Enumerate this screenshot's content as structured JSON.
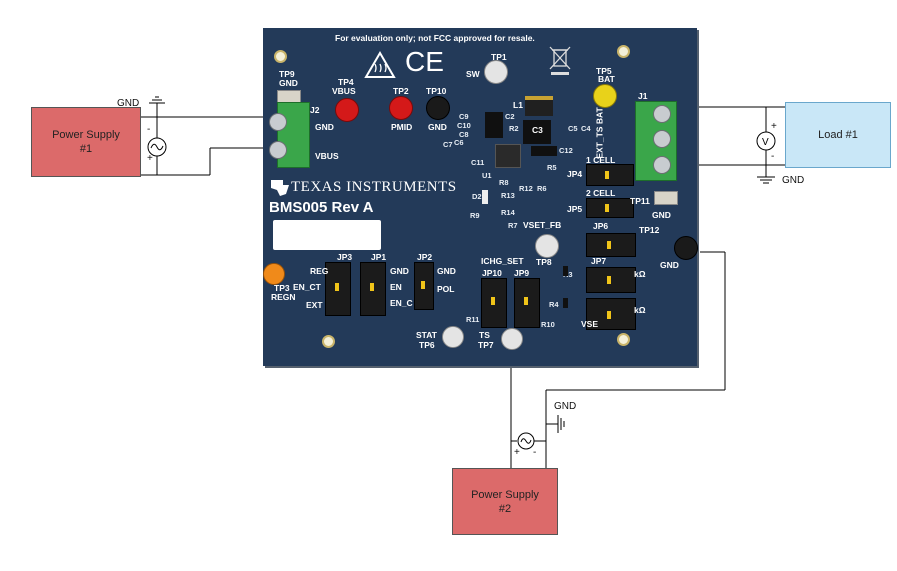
{
  "sources": {
    "ps1": {
      "name": "Power Supply",
      "number": "#1"
    },
    "ps2": {
      "name": "Power Supply",
      "number": "#2"
    },
    "load": {
      "name": "Load #1"
    }
  },
  "ground_labels": {
    "ps1_gnd": "GND",
    "load_gnd": "GND",
    "ps2_gnd": "GND"
  },
  "polarity": {
    "ps1_minus": "-",
    "ps1_plus": "+",
    "load_plus": "+",
    "load_minus": "-",
    "ps2_plus": "+",
    "ps2_minus": "-"
  },
  "board": {
    "notice": "For evaluation only; not FCC approved for resale.",
    "brand": "TEXAS INSTRUMENTS",
    "board_name": "BMS005 Rev A",
    "ce_mark": "CE",
    "labels": {
      "tp9": "TP9",
      "tp9_gnd": "GND",
      "j2": "J2",
      "j2_gnd": "GND",
      "j2_vbus": "VBUS",
      "tp4": "TP4",
      "tp4_vbus": "VBUS",
      "tp2": "TP2",
      "tp2_pmid": "PMID",
      "tp10": "TP10",
      "tp10_gnd": "GND",
      "sw": "SW",
      "tp1": "TP1",
      "tp5": "TP5",
      "tp5_bat": "BAT",
      "j1": "J1",
      "j1_ext": "EXT_TS BAT",
      "l1": "L1",
      "c9": "C9",
      "c10": "C10",
      "c8": "C8",
      "c7": "C7",
      "c6": "C6",
      "c11": "C11",
      "c2": "C2",
      "r2": "R2",
      "c3": "C3",
      "c5": "C5",
      "c4": "C4",
      "c12": "C12",
      "r5": "R5",
      "r6": "R6",
      "r12": "R12",
      "r13": "R13",
      "r14": "R14",
      "r8": "R8",
      "u1": "U1",
      "d2": "D2",
      "r9": "R9",
      "r7": "R7",
      "jp4": "JP4",
      "jp4_label": "1 CELL",
      "jp5": "JP5",
      "jp5_label": "2 CELL",
      "tp11": "TP11",
      "tp11_gnd": "GND",
      "jp6": "JP6",
      "tp12": "TP12",
      "tp12_gnd": "GND",
      "jp7": "JP7",
      "jp7_val": "kΩ",
      "jp8_val": "kΩ",
      "vsel": "VSE",
      "vset_fb": "VSET_FB",
      "tp8": "TP8",
      "ichg_set": "ICHG_SET",
      "jp10": "JP10",
      "jp9": "JP9",
      "r3": "R3",
      "r4": "R4",
      "r10": "R10",
      "r11": "R11",
      "jp3": "JP3",
      "jp1": "JP1",
      "jp2": "JP2",
      "reg": "REG",
      "en_ct": "EN_CT",
      "ext": "EXT",
      "gnd_a": "GND",
      "en": "EN",
      "en_c": "EN_C",
      "gnd_b": "GND",
      "pol": "POL",
      "tp3": "TP3",
      "tp3_regn": "REGN",
      "stat": "STAT",
      "tp6": "TP6",
      "ts": "TS",
      "tp7": "TP7"
    }
  }
}
